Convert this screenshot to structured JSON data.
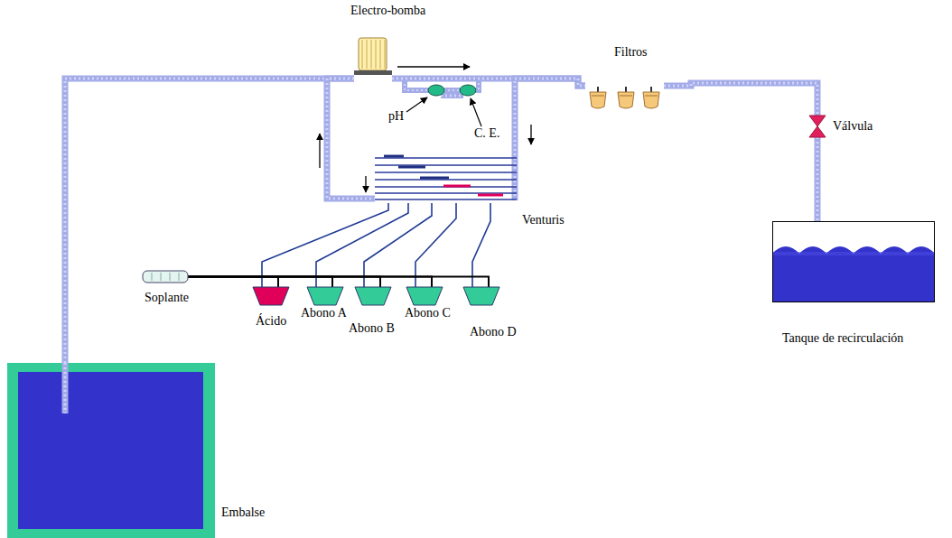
{
  "diagram": {
    "nodes": [
      {
        "text": [
          "Embalse"
        ]
      },
      {
        "text": [
          "Electro-bomba"
        ]
      },
      {
        "text": [
          "pH"
        ]
      },
      {
        "text": [
          "C. E."
        ]
      },
      {
        "text": [
          "Filtros"
        ]
      },
      {
        "text": [
          "Válvula"
        ]
      },
      {
        "text": [
          "Tanque de recirculación"
        ]
      },
      {
        "text": [
          "Venturis"
        ]
      },
      {
        "text": [
          "Soplante"
        ]
      },
      {
        "text": [
          "Ácido"
        ]
      },
      {
        "text": [
          "Abono A"
        ]
      },
      {
        "text": [
          "Abono B"
        ]
      },
      {
        "text": [
          "Abono C"
        ]
      },
      {
        "text": [
          "Abono D"
        ]
      }
    ],
    "edges": [
      {
        "from": 0,
        "to": 1,
        "arrow": "none"
      },
      {
        "from": 1,
        "to": 4,
        "arrow": "none"
      },
      {
        "from": 4,
        "to": 5,
        "arrow": "none"
      },
      {
        "from": 5,
        "to": 6,
        "arrow": "none"
      },
      {
        "from": 1,
        "to": 7,
        "arrow": "none"
      },
      {
        "from": 7,
        "to": 4,
        "arrow": "none"
      },
      {
        "from": 2,
        "to": 3,
        "arrow": "none"
      },
      {
        "from": 7,
        "to": 9,
        "arrow": "none"
      },
      {
        "from": 7,
        "to": 10,
        "arrow": "none"
      },
      {
        "from": 7,
        "to": 11,
        "arrow": "none"
      },
      {
        "from": 7,
        "to": 12,
        "arrow": "none"
      },
      {
        "from": 7,
        "to": 13,
        "arrow": "none"
      },
      {
        "from": 8,
        "to": 9,
        "arrow": "none"
      },
      {
        "from": 8,
        "to": 10,
        "arrow": "none"
      },
      {
        "from": 8,
        "to": 11,
        "arrow": "none"
      },
      {
        "from": 8,
        "to": 12,
        "arrow": "none"
      },
      {
        "from": 8,
        "to": 13,
        "arrow": "none"
      }
    ]
  }
}
